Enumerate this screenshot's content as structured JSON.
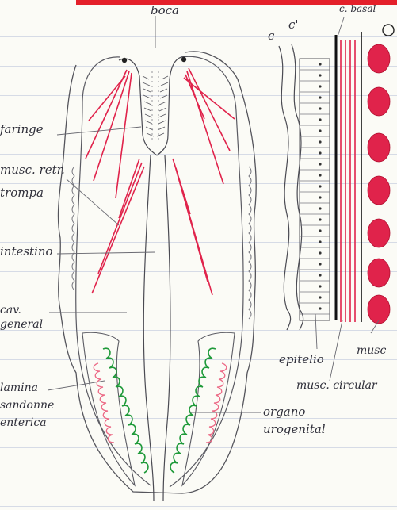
{
  "labels": {
    "boca": "boca",
    "faringe": "faringe",
    "musc_retr": "musc. retr.",
    "trompa": "trompa",
    "intestino": "intestino",
    "cav_general": "cav. general",
    "lamina_sandonne_enterica": "lamina sandonne enterica",
    "organo_urogenital": "organo urogenital",
    "c": "c",
    "c_prime": "c'",
    "c_basal": "c. basal",
    "epitelio": "epitelio",
    "musc_circular": "musc. circular",
    "musc": "musc"
  },
  "colors": {
    "pencil": "#3a3a44",
    "red_pencil": "#e0234b",
    "green_pencil": "#1f9a3a",
    "pink_pencil": "#ec6a86",
    "header_bar": "#e4202a"
  }
}
